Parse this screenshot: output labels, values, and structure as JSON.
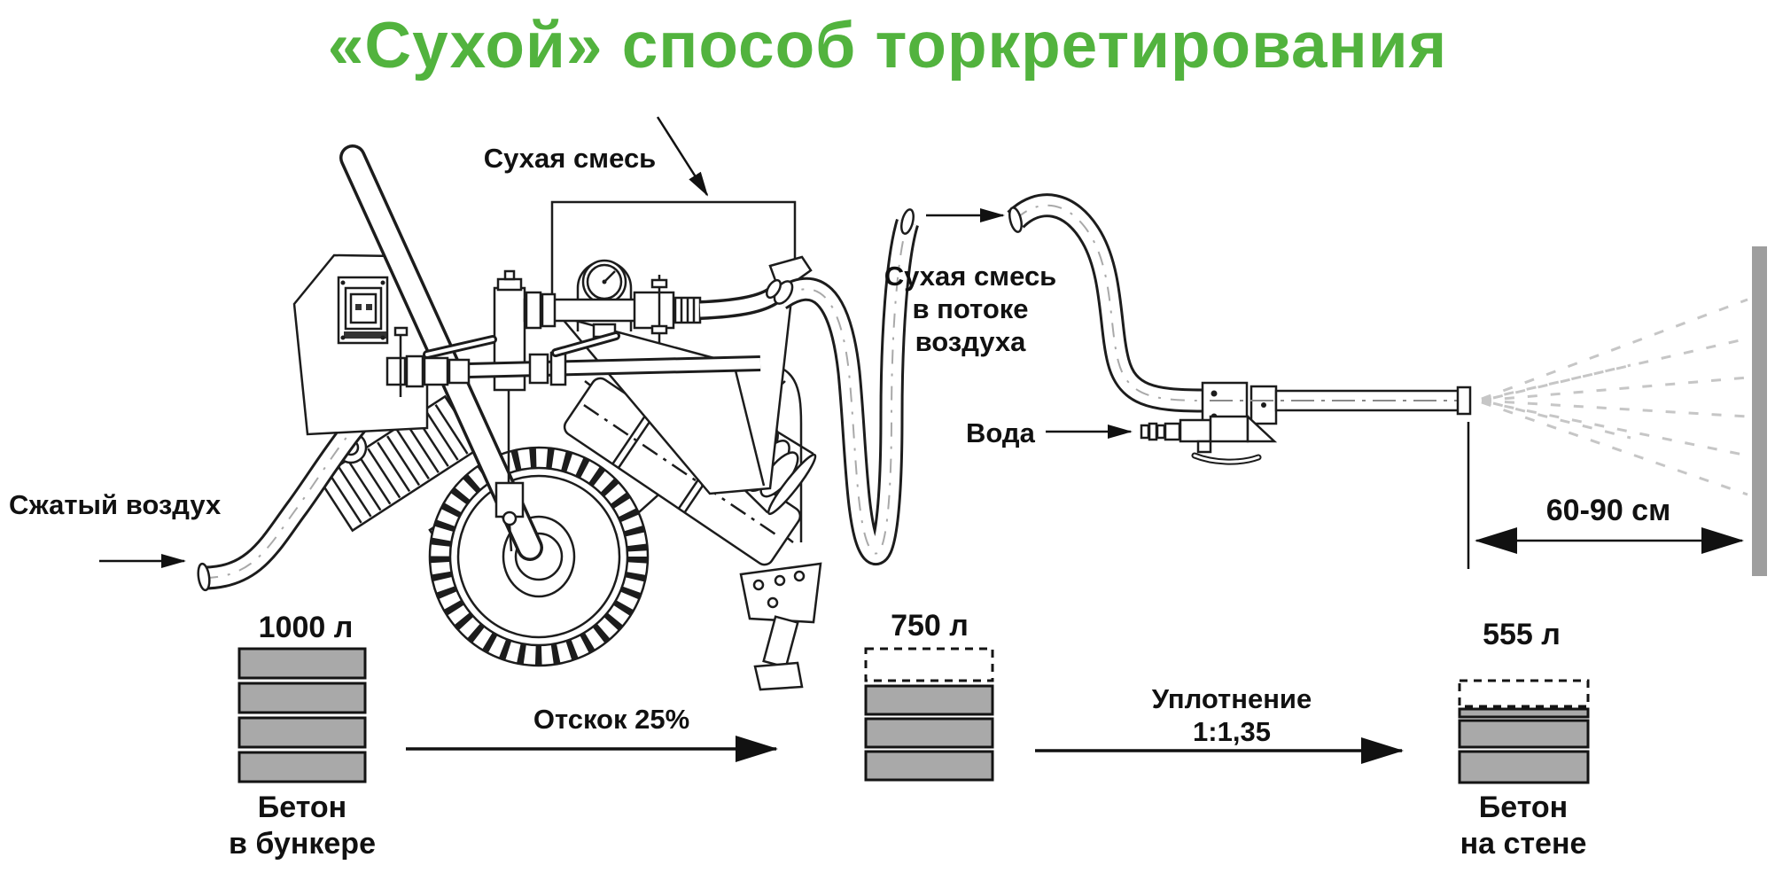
{
  "title": "«Сухой» способ торкретирования",
  "colors": {
    "title_green": "#52b33e",
    "bar_gray": "#a9a9a9",
    "wall_gray": "#9e9e9e",
    "line_black": "#1c1c1c"
  },
  "labels": {
    "dry_mix": "Сухая смесь",
    "dry_mix_in_air": "Сухая смесь\nв потоке\nвоздуха",
    "water": "Вода",
    "compressed_air": "Сжатый воздух",
    "distance": "60-90 см"
  },
  "process": {
    "hopper": {
      "volume": "1000 л",
      "caption": "Бетон\nв бункере",
      "bars_full": 4
    },
    "rebound": {
      "label": "Отскок 25%"
    },
    "after_rebound": {
      "volume": "750 л",
      "bars_full": 3,
      "bars_dashed": 1
    },
    "compaction": {
      "label": "Уплотнение\n1:1,35"
    },
    "wall": {
      "volume": "555 л",
      "caption": "Бетон\nна стене",
      "bars_full": 2,
      "bars_thin": 1,
      "bars_dashed": 1
    }
  }
}
